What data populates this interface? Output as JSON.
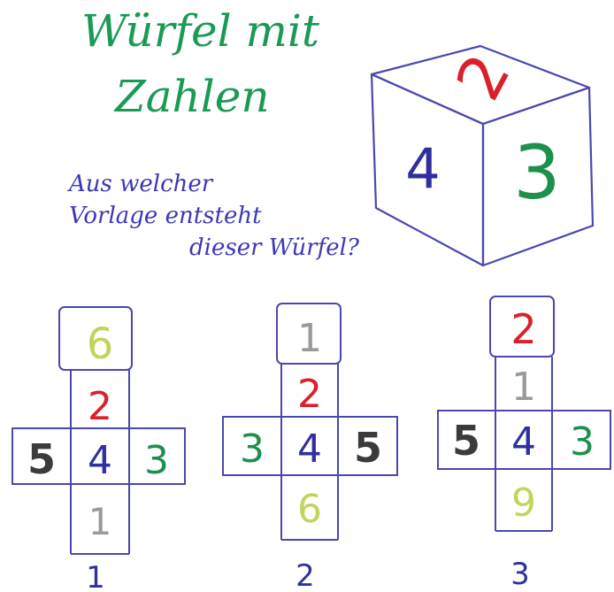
{
  "title": {
    "line1": "Würfel mit",
    "line2": "Zahlen"
  },
  "question": {
    "line1": "Aus welcher",
    "line2": "Vorlage entsteht",
    "line3": "dieser Würfel?"
  },
  "cube": {
    "top": "2",
    "left": "4",
    "right": "3"
  },
  "nets": [
    {
      "label": "1",
      "top": "6",
      "upper": "2",
      "left": "5",
      "center": "4",
      "right": "3",
      "bottom": "1"
    },
    {
      "label": "2",
      "top": "1",
      "upper": "2",
      "left": "3",
      "center": "4",
      "right": "5",
      "bottom": "6"
    },
    {
      "label": "3",
      "top": "2",
      "upper": "1",
      "left": "5",
      "center": "4",
      "right": "3",
      "bottom": "9"
    }
  ],
  "colors": {
    "green": "#1f8f4e",
    "blue": "#2f2f9f",
    "red": "#d9202b",
    "yellow": "#c4d35a",
    "gray": "#9a9a9a",
    "dark": "#3b3b3b",
    "outline": "#4a47b0"
  }
}
